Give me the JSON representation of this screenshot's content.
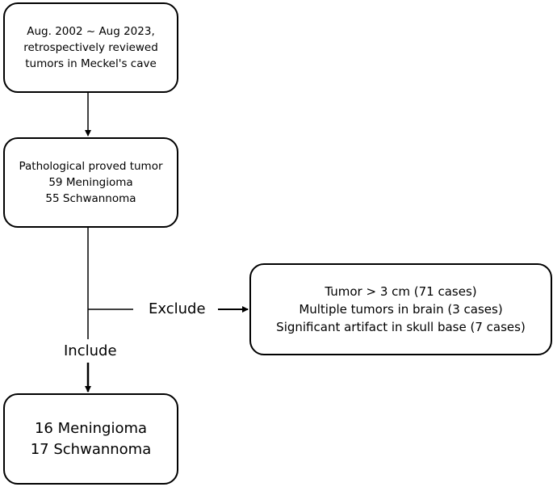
{
  "nodes": {
    "screening": {
      "lines": [
        "Aug. 2002 ~ Aug 2023,",
        "retrospectively reviewed",
        "tumors in Meckel's cave"
      ]
    },
    "pathology": {
      "lines": [
        "Pathological proved tumor",
        "59 Meningioma",
        "55 Schwannoma"
      ]
    },
    "excluded": {
      "lines": [
        "Tumor > 3 cm (71 cases)",
        "Multiple tumors in brain (3 cases)",
        "Significant artifact in skull base (7 cases)"
      ]
    },
    "included": {
      "lines": [
        "16 Meningioma",
        "17 Schwannoma"
      ]
    }
  },
  "edges": {
    "exclude_label": "Exclude",
    "include_label": "Include"
  },
  "colors": {
    "stroke": "#000000",
    "background": "#ffffff"
  }
}
